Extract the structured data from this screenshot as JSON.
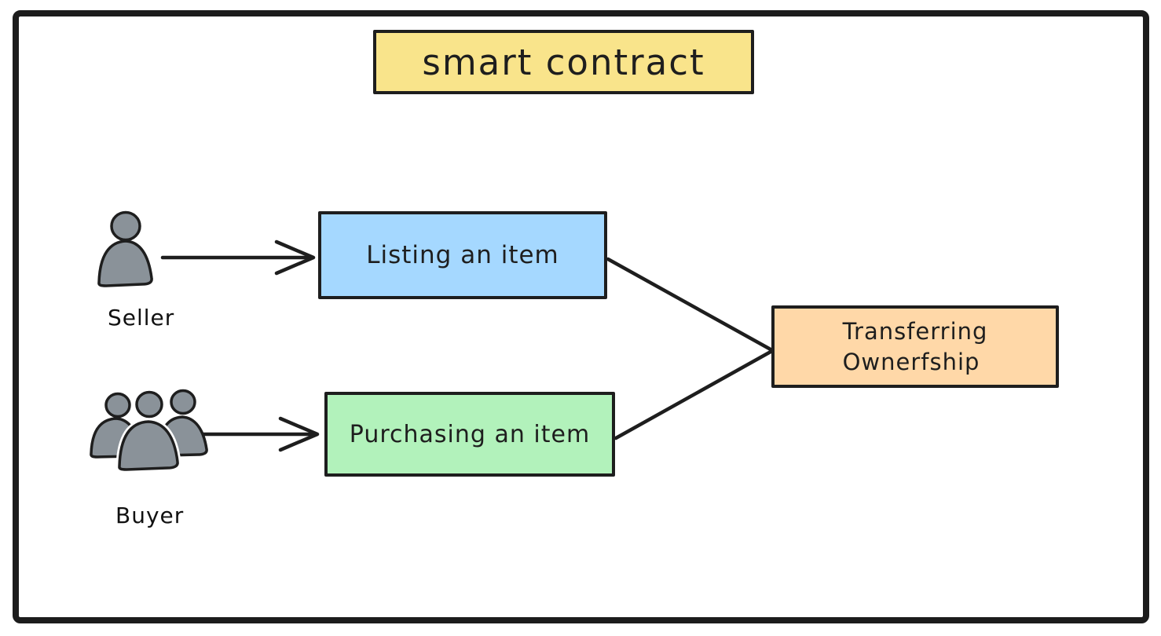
{
  "diagram": {
    "title": {
      "label": "smart contract",
      "bg": "#f9e48b"
    },
    "actors": [
      {
        "id": "seller",
        "label": "Seller",
        "icon": "person-icon"
      },
      {
        "id": "buyer",
        "label": "Buyer",
        "icon": "people-group-icon"
      }
    ],
    "nodes": [
      {
        "id": "listing",
        "label": "Listing an item",
        "bg": "#a5d8ff"
      },
      {
        "id": "purchasing",
        "label": "Purchasing an item",
        "bg": "#b2f2bb"
      },
      {
        "id": "transferring",
        "label_line1": "Transferring",
        "label_line2": "Ownerfship",
        "bg": "#ffd8a8"
      }
    ],
    "connections": [
      {
        "from": "seller",
        "to": "listing",
        "type": "arrow"
      },
      {
        "from": "buyer",
        "to": "purchasing",
        "type": "arrow"
      },
      {
        "from": "listing",
        "to": "transferring",
        "type": "line"
      },
      {
        "from": "purchasing",
        "to": "transferring",
        "type": "line"
      }
    ],
    "colors": {
      "stroke": "#1e1e1e",
      "frame": "#1c1c1c",
      "person_fill": "#8a9299",
      "background": "#ffffff"
    }
  }
}
